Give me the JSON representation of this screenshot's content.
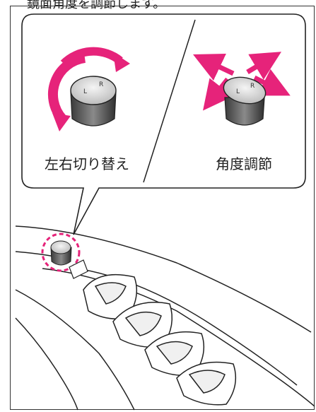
{
  "caption_fragment": "鏡面角度を調節します。",
  "callout": {
    "left_label": "左右切り替え",
    "right_label": "角度調節",
    "knob_left_letter": "L",
    "knob_right_letter": "R"
  },
  "colors": {
    "accent_arrow": "#e6237a",
    "line": "#222222",
    "knob_top": "#e8e8e8",
    "knob_ring": "#555555"
  }
}
